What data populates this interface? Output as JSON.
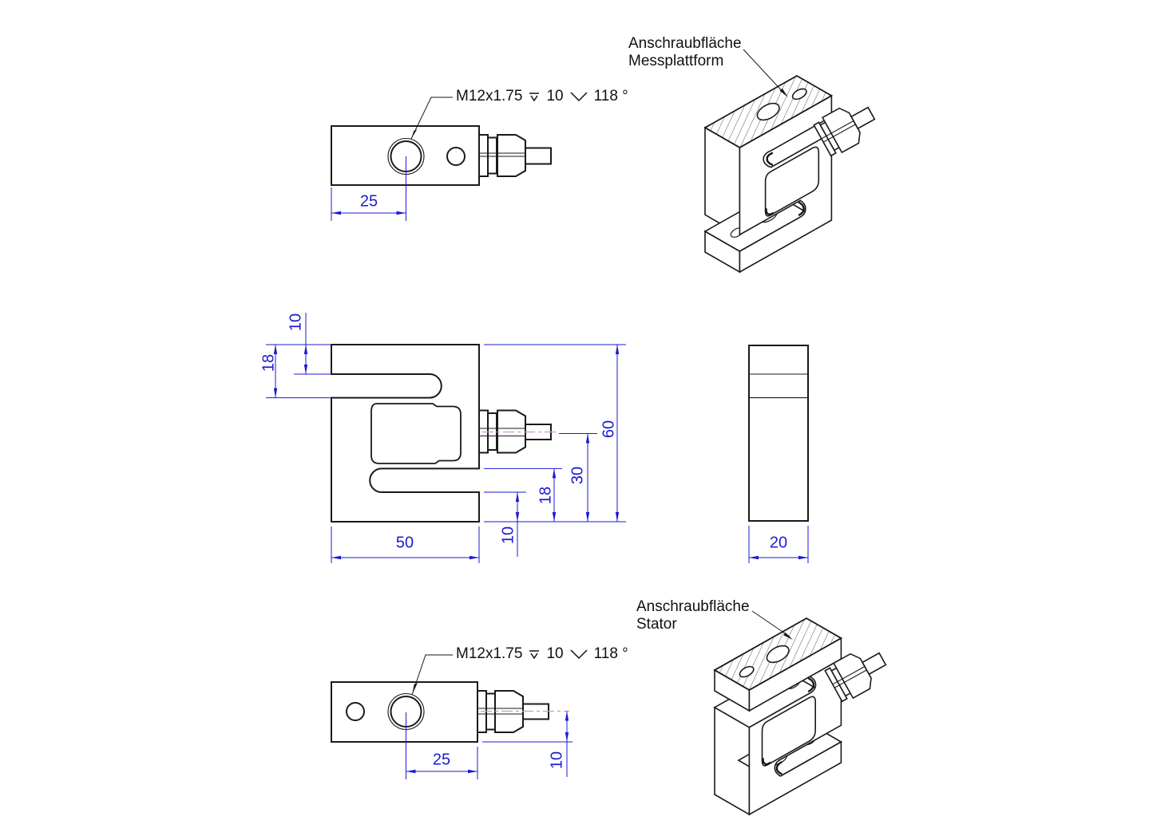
{
  "views": {
    "plan_top": {
      "dims": {
        "hole_offset": "25"
      },
      "callout": {
        "thread": "M12x1.75",
        "depth": "10",
        "angle": "118 °"
      }
    },
    "front": {
      "dims": {
        "slot_top_offset": "10",
        "block_top": "18",
        "height": "60",
        "axis_height": "30",
        "block_bottom": "18",
        "slot_bottom_offset": "10",
        "width": "50"
      }
    },
    "side": {
      "dims": {
        "depth": "20"
      }
    },
    "plan_bottom": {
      "dims": {
        "hole_offset": "25",
        "axis_offset": "10"
      },
      "callout": {
        "thread": "M12x1.75",
        "depth": "10",
        "angle": "118 °"
      }
    },
    "iso_top": {
      "label_line1": "Anschraubfläche",
      "label_line2": "Messplattform"
    },
    "iso_bottom": {
      "label_line1": "Anschraubfläche",
      "label_line2": "Stator"
    }
  },
  "colors": {
    "dimension": "#1b1bd4",
    "centerline": "#cc99cc",
    "line": "#1a1a1a"
  }
}
